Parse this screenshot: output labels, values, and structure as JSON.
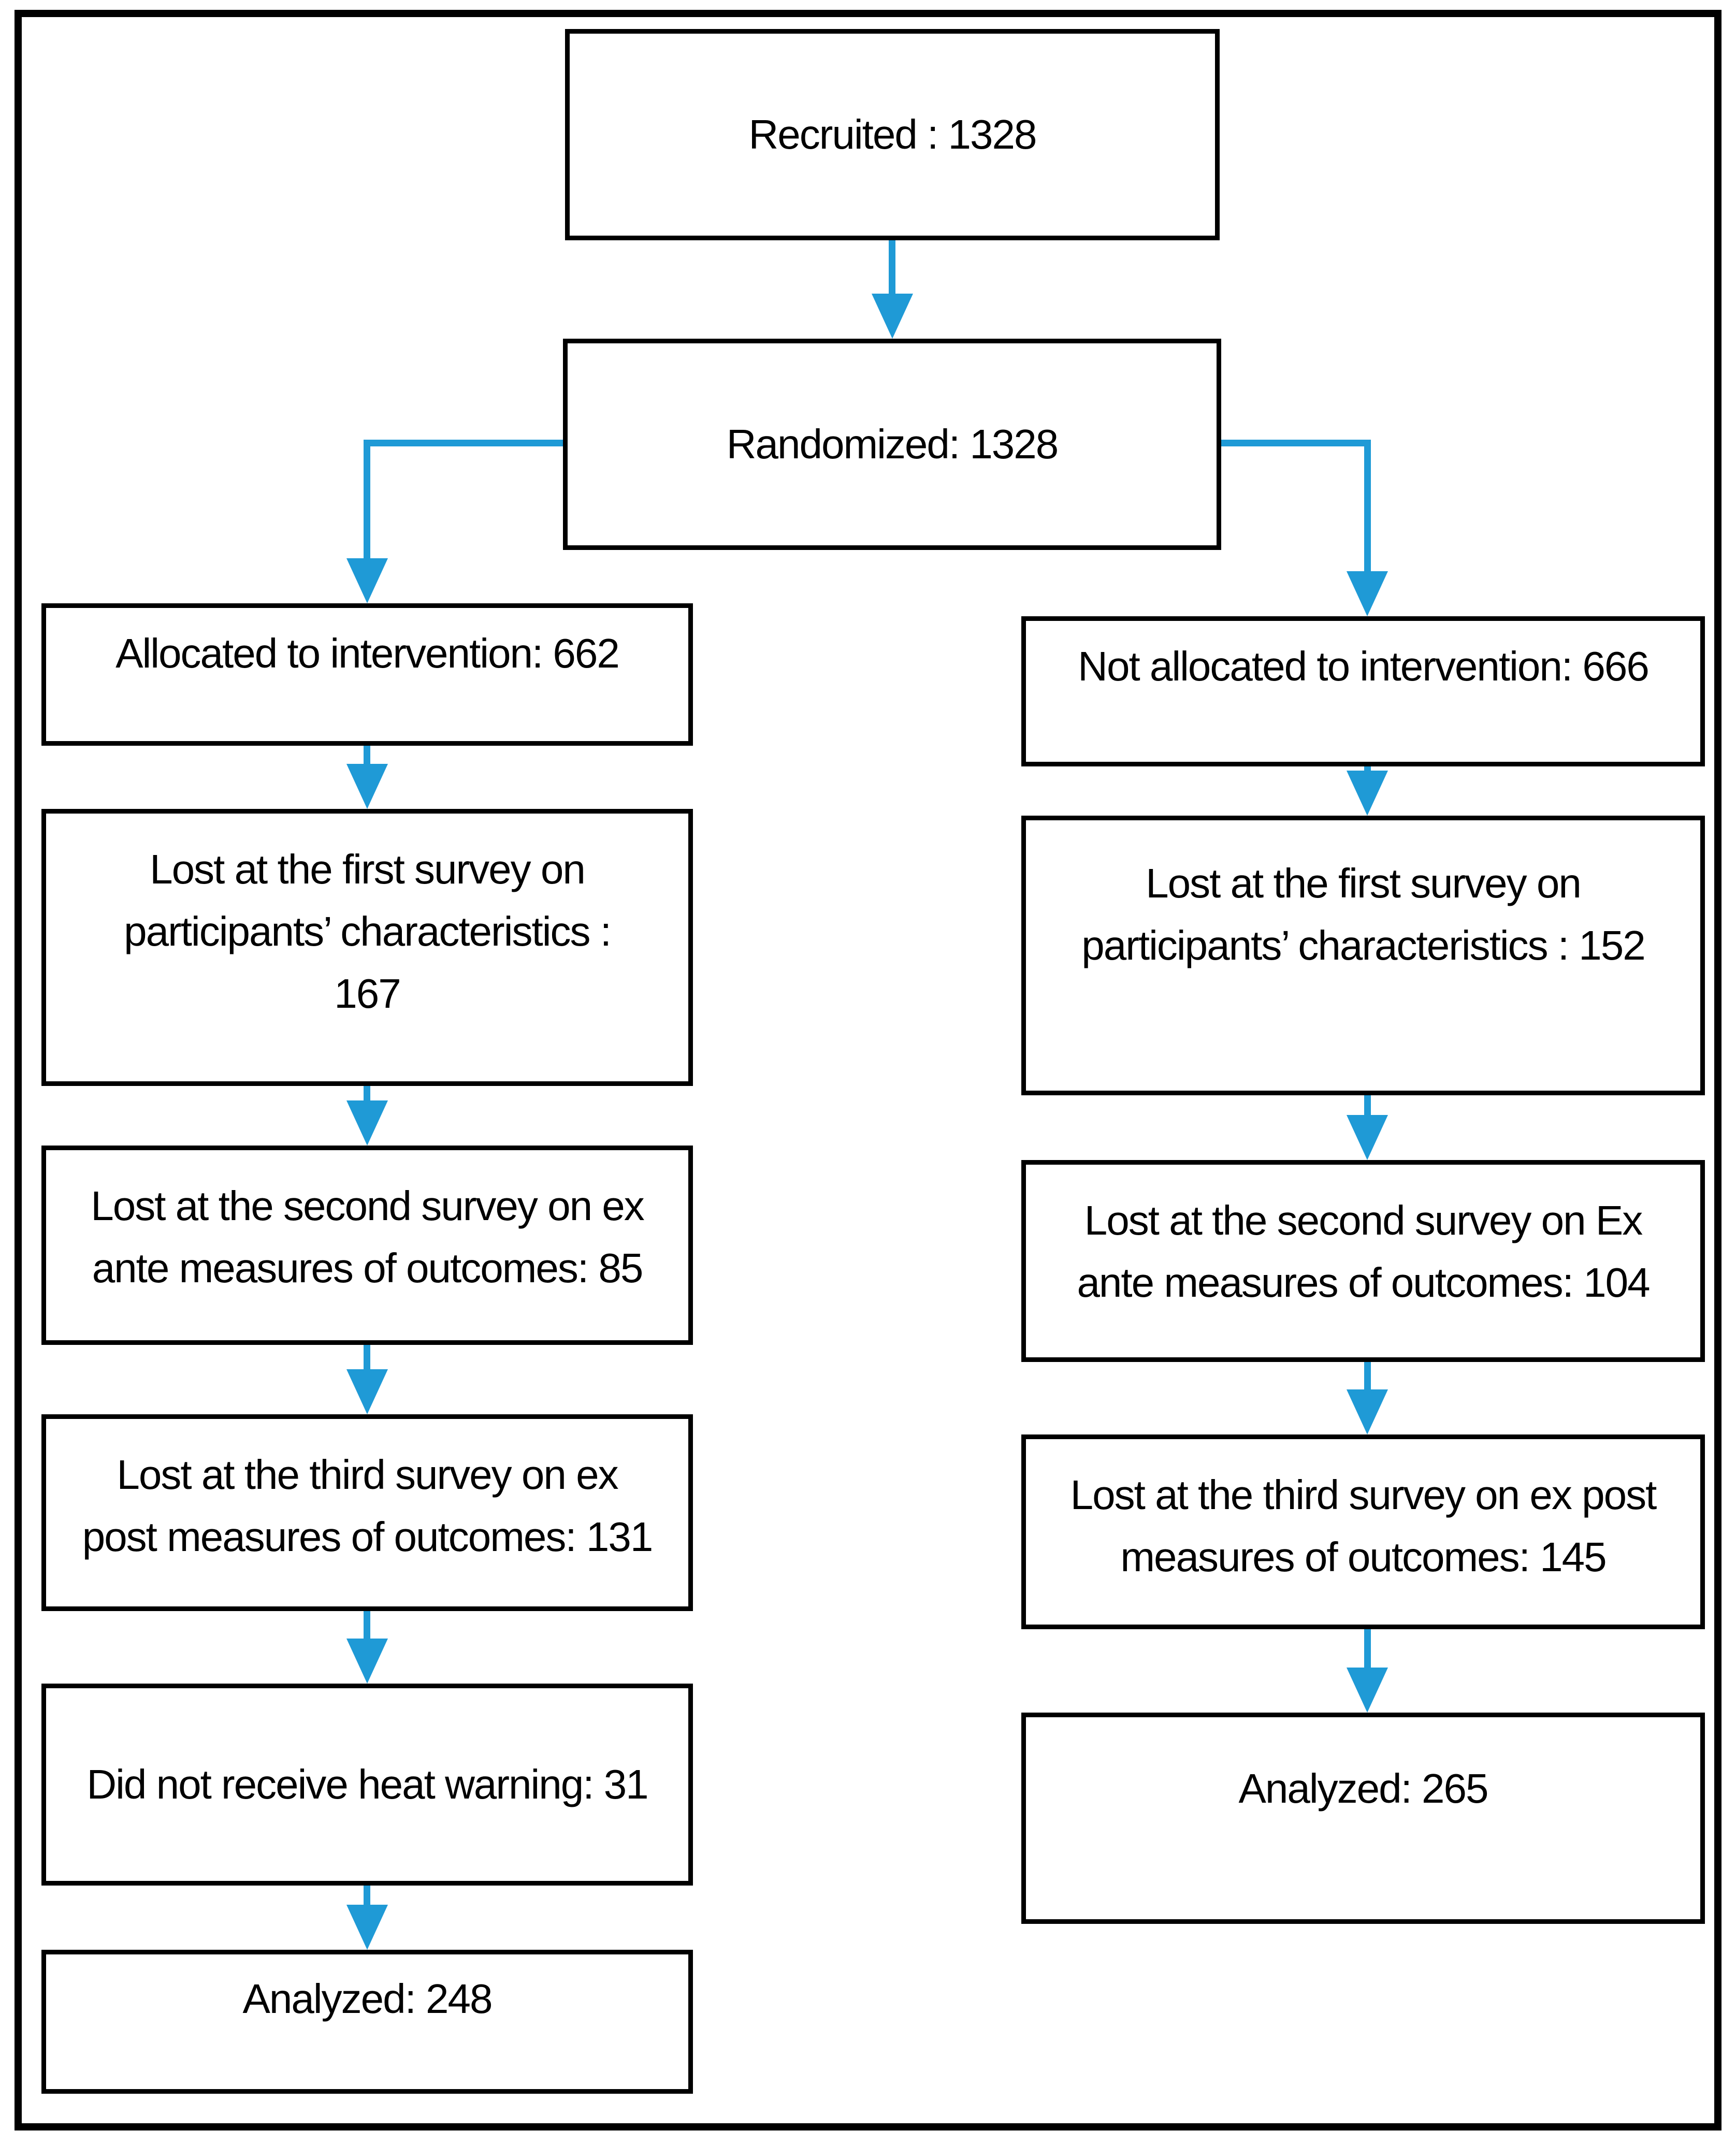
{
  "flowchart": {
    "background_color": "#ffffff",
    "box_border_color": "#000000",
    "arrow_color": "#1f9ad6",
    "nodes": {
      "recruited": {
        "lines": [
          "Recruited : 1328"
        ]
      },
      "randomized": {
        "lines": [
          "Randomized: 1328"
        ]
      },
      "allocated": {
        "lines": [
          "Allocated to intervention: 662"
        ]
      },
      "not_allocated": {
        "lines": [
          "Not allocated to intervention: 666"
        ]
      },
      "lost_first_left": {
        "lines": [
          "Lost at the  first survey on",
          "participants’ characteristics  :",
          "167"
        ]
      },
      "lost_first_right": {
        "lines": [
          "Lost at the  first survey on",
          "participants’ characteristics  : 152"
        ]
      },
      "lost_second_left": {
        "lines": [
          "Lost at the second survey on ex",
          "ante measures of outcomes: 85"
        ]
      },
      "lost_second_right": {
        "lines": [
          "Lost at the second survey on Ex",
          "ante measures of outcomes: 104"
        ]
      },
      "lost_third_left": {
        "lines": [
          "Lost at the third survey on ex",
          "post measures of outcomes: 131"
        ]
      },
      "lost_third_right": {
        "lines": [
          "Lost at the third survey on ex post",
          "measures of outcomes: 145"
        ]
      },
      "no_heat_warning": {
        "lines": [
          "Did not receive heat warning: 31"
        ]
      },
      "analyzed_left": {
        "lines": [
          "Analyzed: 248"
        ]
      },
      "analyzed_right": {
        "lines": [
          "Analyzed: 265"
        ]
      }
    },
    "edges": [
      {
        "from": "recruited",
        "to": "randomized"
      },
      {
        "from": "randomized",
        "to": "allocated"
      },
      {
        "from": "randomized",
        "to": "not_allocated"
      },
      {
        "from": "allocated",
        "to": "lost_first_left"
      },
      {
        "from": "lost_first_left",
        "to": "lost_second_left"
      },
      {
        "from": "lost_second_left",
        "to": "lost_third_left"
      },
      {
        "from": "lost_third_left",
        "to": "no_heat_warning"
      },
      {
        "from": "no_heat_warning",
        "to": "analyzed_left"
      },
      {
        "from": "not_allocated",
        "to": "lost_first_right"
      },
      {
        "from": "lost_first_right",
        "to": "lost_second_right"
      },
      {
        "from": "lost_second_right",
        "to": "lost_third_right"
      },
      {
        "from": "lost_third_right",
        "to": "analyzed_right"
      }
    ]
  }
}
